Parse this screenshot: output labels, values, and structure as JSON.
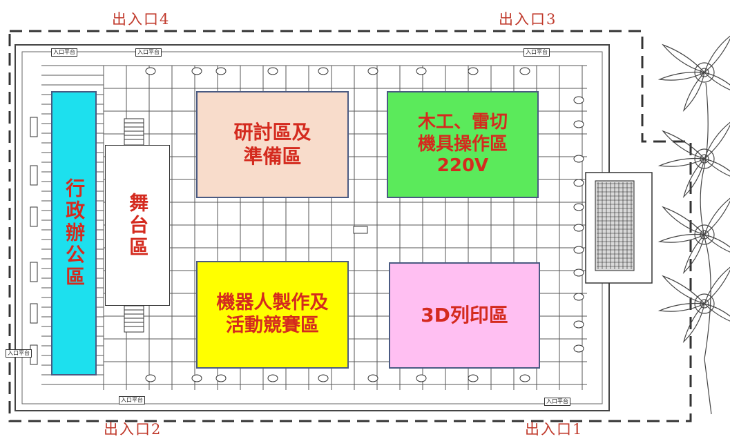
{
  "exits": {
    "exit1": "出入口1",
    "exit2": "出入口2",
    "exit3": "出入口3",
    "exit4": "出入口4"
  },
  "zones": {
    "admin": {
      "label": "行政辦公區",
      "color": "#1de0ee"
    },
    "stage": {
      "label": "舞台區",
      "color": "#ffffff"
    },
    "seminar": {
      "label": "研討區及\n準備區",
      "color": "#f8dccb"
    },
    "woodwork": {
      "label": "木工、雷切\n機具操作區\n220V",
      "color": "#5bea5b"
    },
    "robotics": {
      "label": "機器人製作及\n活動競賽區",
      "color": "#ffff00"
    },
    "printing": {
      "label": "3D列印區",
      "color": "#ffbff2"
    }
  },
  "entrance_tags": {
    "tag_top_left": "入口平台",
    "tag_top_mid": "入口平台",
    "tag_top_right": "入口平台",
    "tag_left": "入口平台",
    "tag_bottom_mid": "入口平台",
    "tag_bottom_right": "入口平台"
  },
  "colors": {
    "line": "#444444",
    "exit_text": "#c0392b",
    "zone_text": "#d42a1e",
    "zone_border": "#4a5a82"
  }
}
